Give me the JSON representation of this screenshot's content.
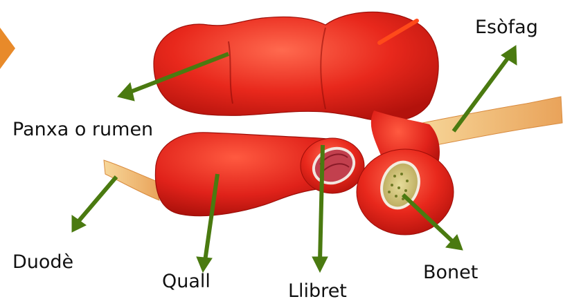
{
  "labels": {
    "panxa_o_rumen": "Panxa o rumen",
    "esofag": "Esòfag",
    "duode": "Duodè",
    "quall": "Quall",
    "llibret": "Llibret",
    "bonet": "Bonet"
  },
  "colors": {
    "organ_fill": "#e8281c",
    "organ_dark": "#b3120c",
    "organ_highlight": "#ff6a4f",
    "vessel": "#f5c27a",
    "arrow": "#4a7a10",
    "llibret_interior": "#c2404e",
    "bonet_interior": "#d9cc7a",
    "esofag_marker": "#ff4a1a"
  }
}
